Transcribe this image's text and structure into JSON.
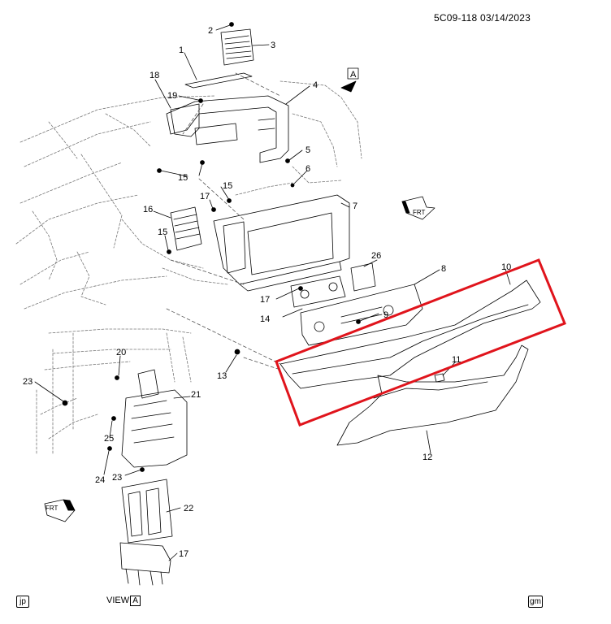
{
  "header": {
    "code": "5C09-118",
    "date": "03/14/2023"
  },
  "callouts": {
    "c1": "1",
    "c2": "2",
    "c3": "3",
    "c4": "4",
    "c5": "5",
    "c6": "6",
    "c7": "7",
    "c8": "8",
    "c9": "9",
    "c10": "10",
    "c11": "11",
    "c12": "12",
    "c13": "13",
    "c14": "14",
    "c15a": "15",
    "c15b": "15",
    "c15c": "15",
    "c16": "16",
    "c17a": "17",
    "c17b": "17",
    "c17c": "17",
    "c18": "18",
    "c19": "19",
    "c20": "20",
    "c21": "21",
    "c22": "22",
    "c23a": "23",
    "c23b": "23",
    "c24": "24",
    "c25": "25",
    "c26": "26"
  },
  "arrows": {
    "view_letter": "A",
    "frt_upper": "FRT",
    "frt_lower": "FRT"
  },
  "footer": {
    "left_icon": "jp",
    "view_label": "VIEW",
    "view_letter": "A",
    "right_icon": "gm"
  },
  "highlight": {
    "color": "#e0141c",
    "label": "highlighted-region-items-10-11-12"
  }
}
